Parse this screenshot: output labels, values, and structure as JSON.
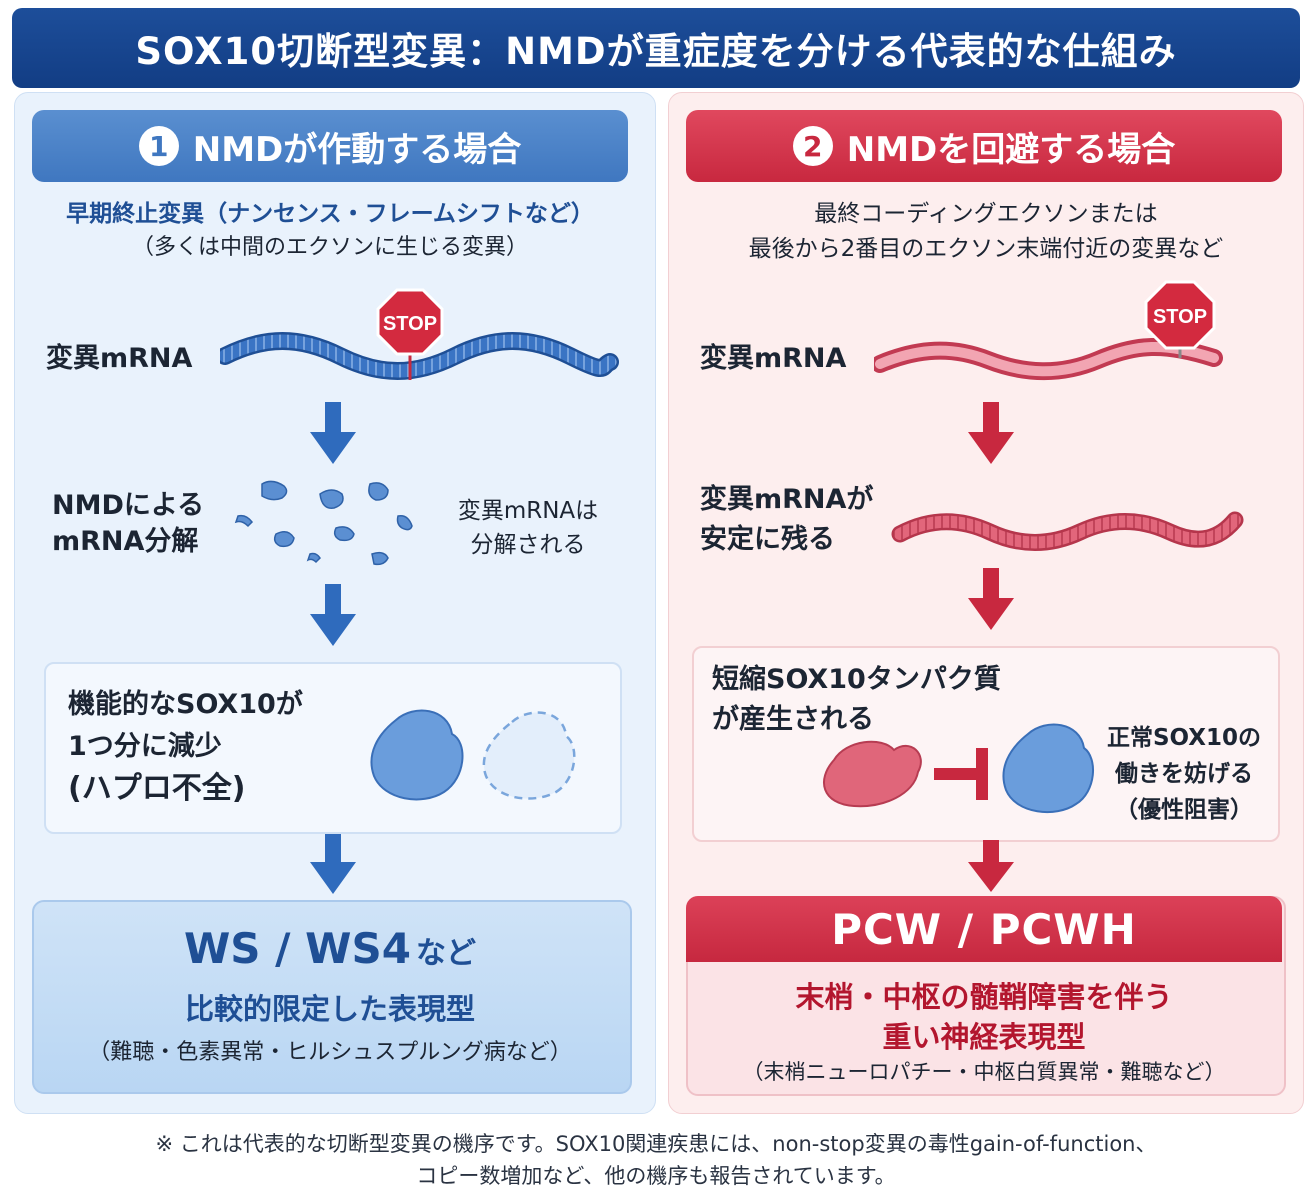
{
  "title": "SOX10切断型変異：NMDが重症度を分ける代表的な仕組み",
  "left": {
    "number": "1",
    "heading": "NMDが作動する場合",
    "subtitle_line1": "早期終止変異（ナンセンス・フレームシフトなど）",
    "subtitle_line2": "（多くは中間のエクソンに生じる変異）",
    "mrna_label": "変異mRNA",
    "stop_sign": "STOP",
    "decay_label_line1": "NMDによる",
    "decay_label_line2": "mRNA分解",
    "decay_note_line1": "変異mRNAは",
    "decay_note_line2": "分解される",
    "box_line1": "機能的なSOX10が",
    "box_line2": "1つ分に減少",
    "box_line3": "(ハプロ不全)",
    "result_title": "WS / WS4",
    "result_title_suffix": "など",
    "result_line1": "比較的限定した表現型",
    "result_line2": "（難聴・色素異常・ヒルシュスプルング病など）",
    "colors": {
      "accent": "#3f77c0",
      "mrna": "#3a74c4",
      "protein": "#6a9ddc"
    }
  },
  "right": {
    "number": "2",
    "heading": "NMDを回避する場合",
    "subtitle_line1": "最終コーディングエクソンまたは",
    "subtitle_line2": "最後から2番目のエクソン末端付近の変異など",
    "mrna_label": "変異mRNA",
    "stop_sign": "STOP",
    "stable_label_line1": "変異mRNAが",
    "stable_label_line2": "安定に残る",
    "box_line1": "短縮SOX10タンパク質",
    "box_line2": "が産生される",
    "inhibit_line1": "正常SOX10の",
    "inhibit_line2": "働きを妨げる",
    "inhibit_line3": "（優性阻害）",
    "result_title": "PCW / PCWH",
    "result_line1": "末梢・中枢の髄鞘障害を伴う",
    "result_line2": "重い神経表現型",
    "result_line3": "（末梢ニューロパチー・中枢白質異常・難聴など）",
    "colors": {
      "accent": "#c8283f",
      "mrna": "#e2667b",
      "protein": "#e0667a"
    }
  },
  "footnote_line1": "※ これは代表的な切断型変異の機序です。SOX10関連疾患には、non-stop変異の毒性gain-of-function、",
  "footnote_line2": "コピー数増加など、他の機序も報告されています。"
}
